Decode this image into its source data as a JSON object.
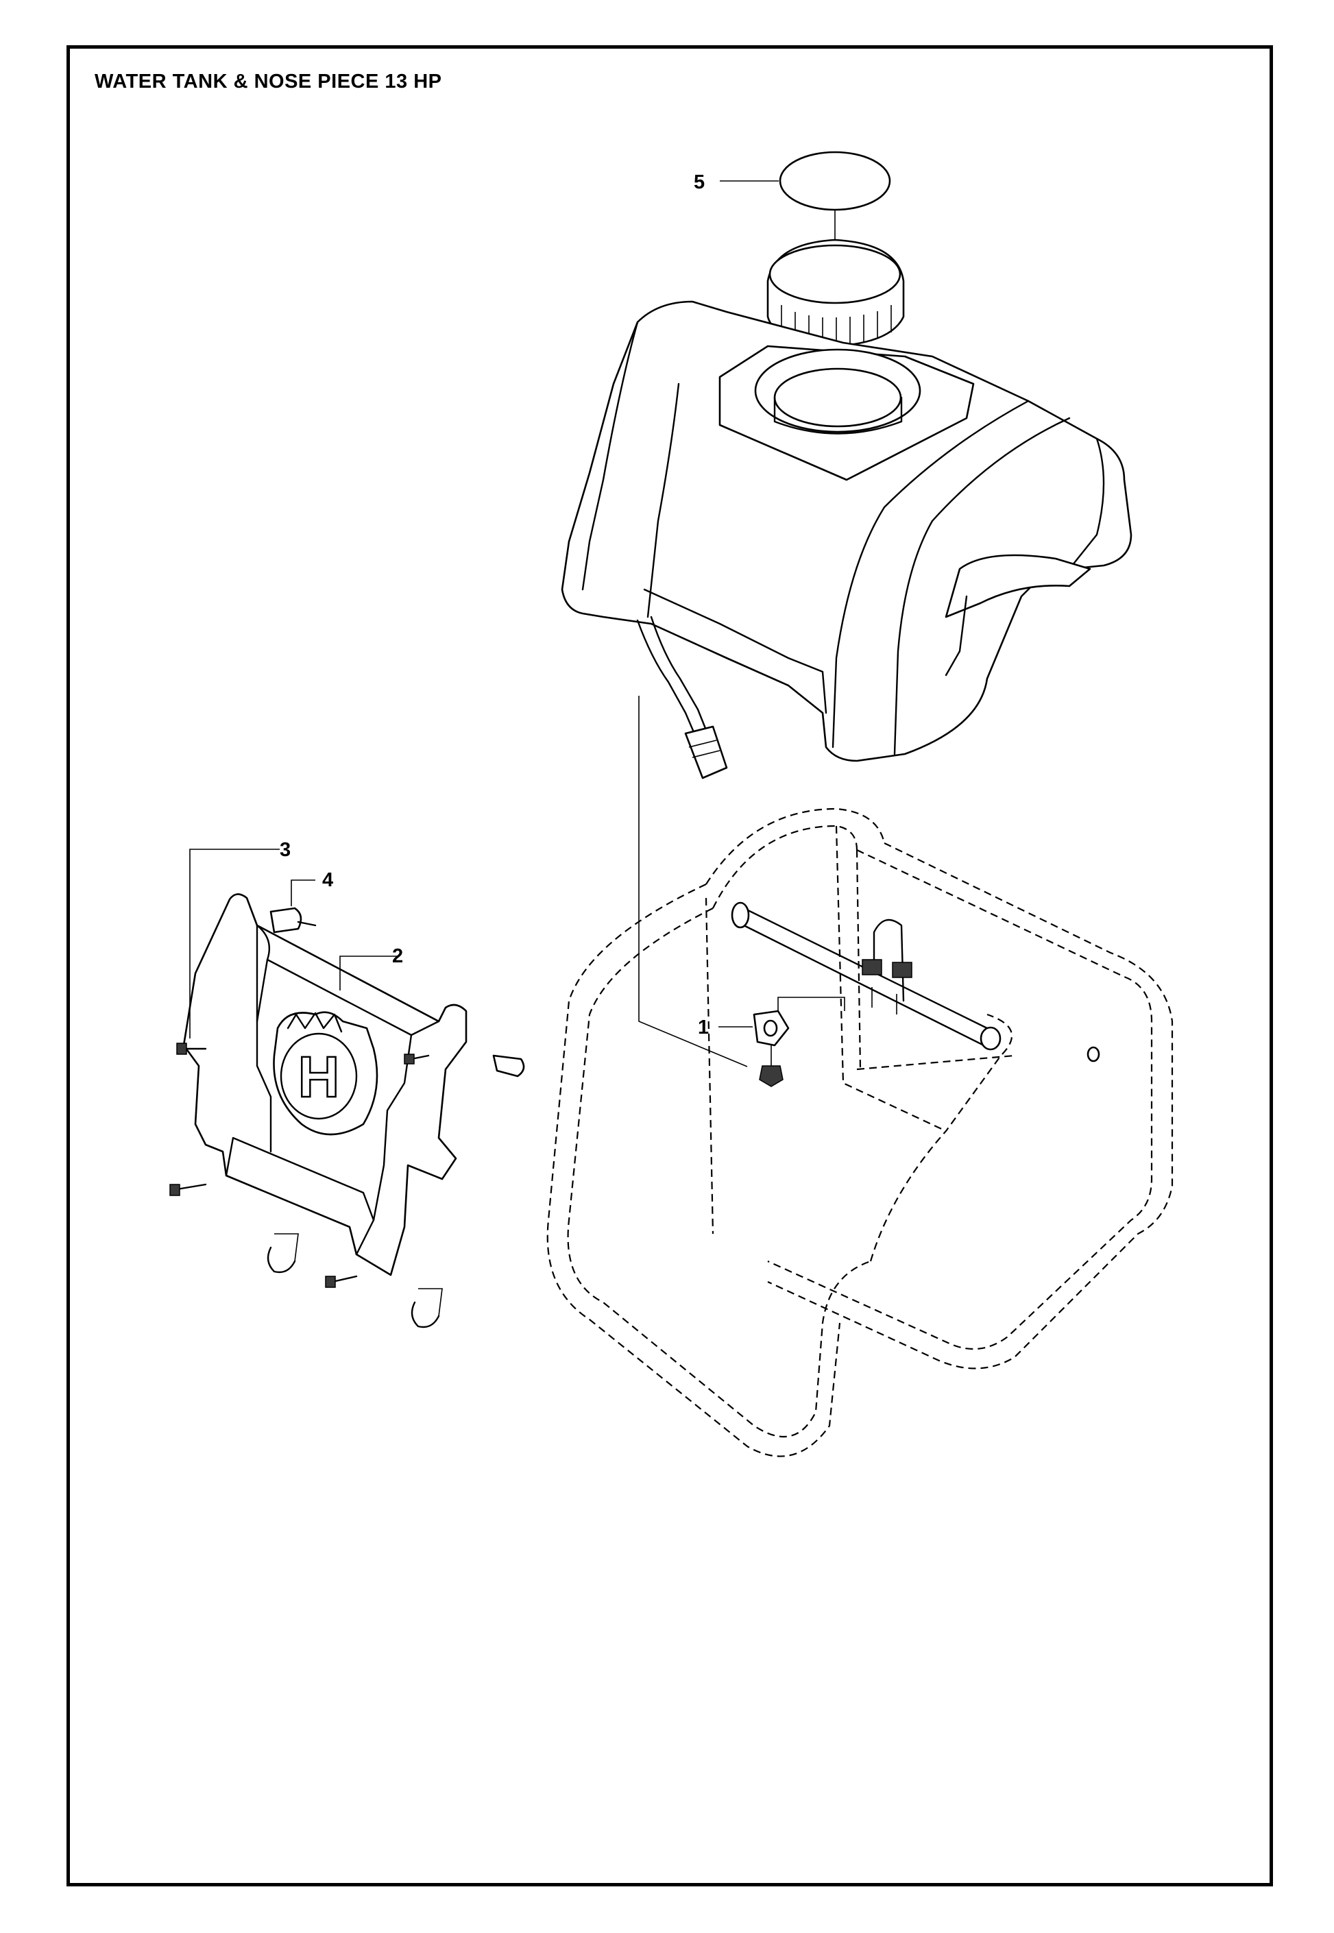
{
  "title": "WATER TANK & NOSE PIECE 13 HP",
  "callouts": {
    "item1": "1",
    "item2": "2",
    "item3": "3",
    "item4": "4",
    "item5": "5"
  },
  "logo_text": "H"
}
